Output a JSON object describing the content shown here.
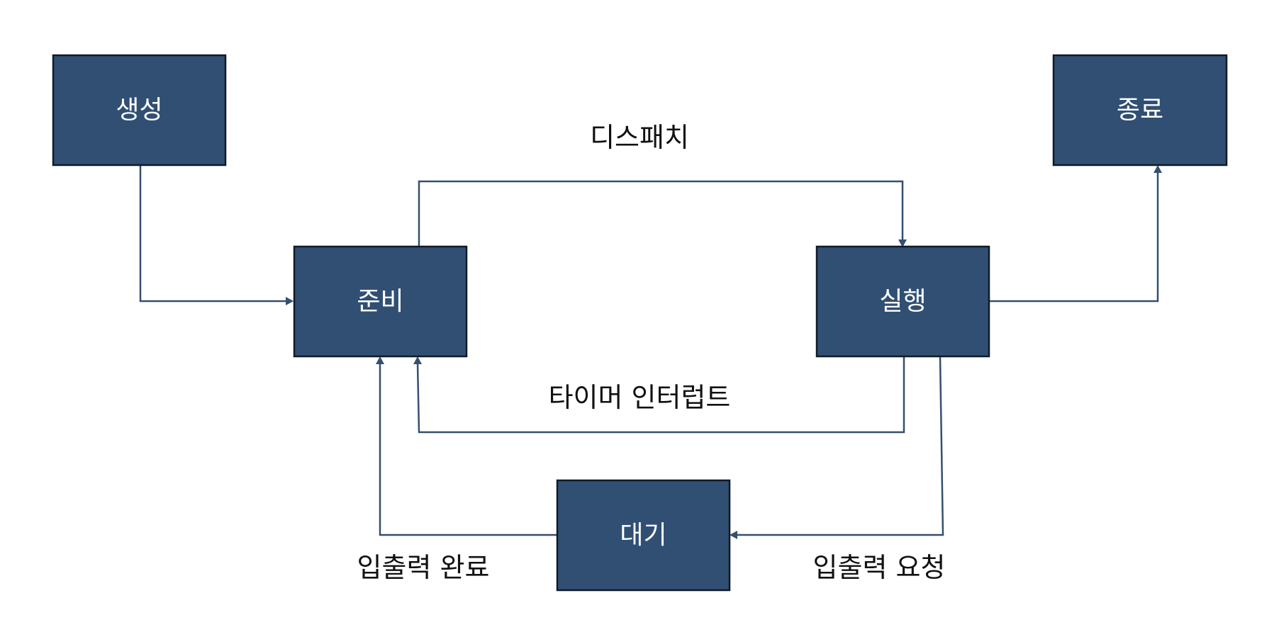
{
  "states": {
    "new": "생성",
    "ready": "준비",
    "running": "실행",
    "terminated": "종료",
    "waiting": "대기"
  },
  "transitions": {
    "dispatch": "디스패치",
    "timer_interrupt": "타이머 인터럽트",
    "io_request": "입출력 요청",
    "io_complete": "입출력 완료"
  },
  "colors": {
    "box_fill": "#304f73",
    "box_border": "#0f1a28",
    "edge": "#34506f",
    "box_text": "#ffffff",
    "edge_text": "#111111"
  }
}
